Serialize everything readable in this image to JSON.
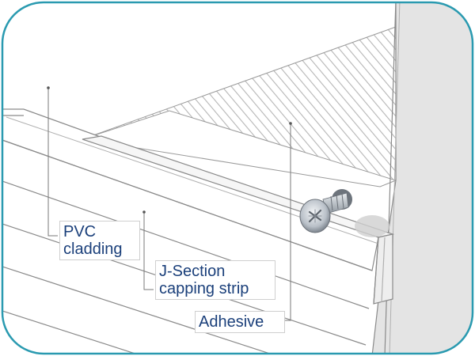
{
  "labels": {
    "pvc_cladding": "PVC\ncladding",
    "j_section": "J-Section\ncapping strip",
    "adhesive": "Adhesive"
  },
  "colors": {
    "frame_border": "#2a9ab0",
    "label_text": "#1a3f7a",
    "wall": "#e4e4e4",
    "hatch": "#b0b0b0",
    "outline": "#8a8a8a"
  },
  "icons": {
    "screw": "screw-icon"
  }
}
